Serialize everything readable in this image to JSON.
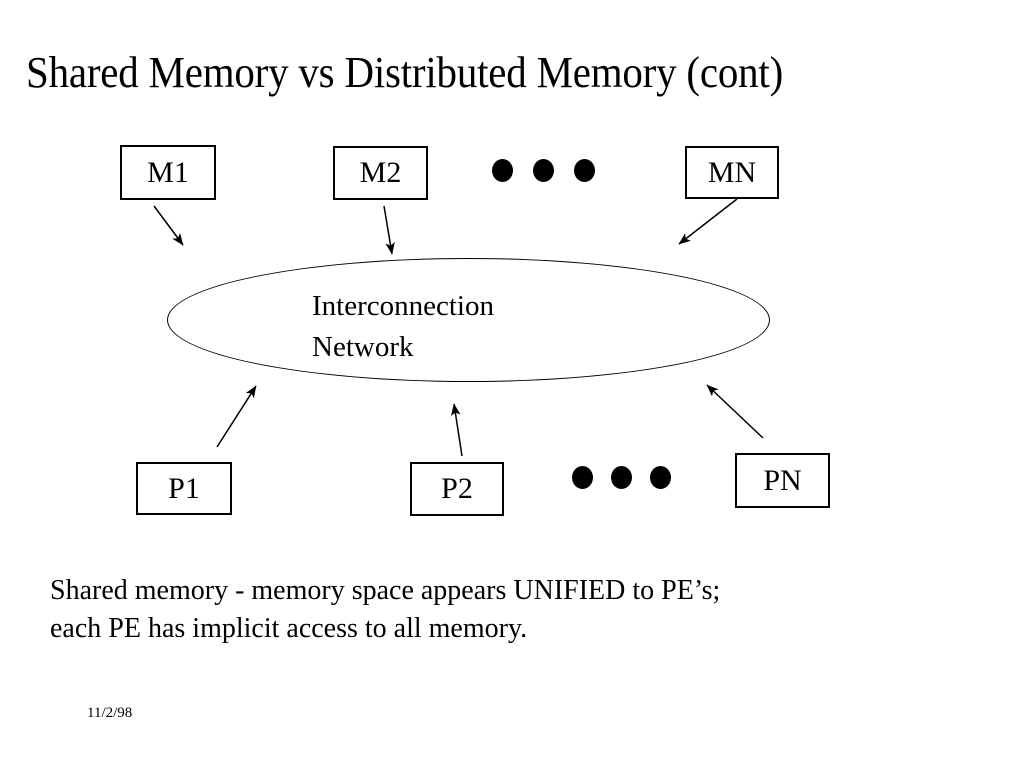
{
  "slide": {
    "title": "Shared Memory vs Distributed Memory (cont)",
    "date": "11/2/98"
  },
  "diagram": {
    "memory_nodes": [
      {
        "label": "M1"
      },
      {
        "label": "M2"
      },
      {
        "label": "MN"
      }
    ],
    "memory_ellipsis": "• • •",
    "network": {
      "label": "Interconnection\nNetwork"
    },
    "pe_nodes": [
      {
        "label": "P1"
      },
      {
        "label": "P2"
      },
      {
        "label": "PN"
      }
    ],
    "pe_ellipsis": "• • •",
    "connector_count": 6,
    "colors": {
      "stroke": "#000000",
      "fill": "#ffffff",
      "text": "#000000"
    }
  },
  "caption": {
    "text": "Shared memory - memory space appears UNIFIED to PE’s;\neach PE has implicit access to all memory."
  }
}
